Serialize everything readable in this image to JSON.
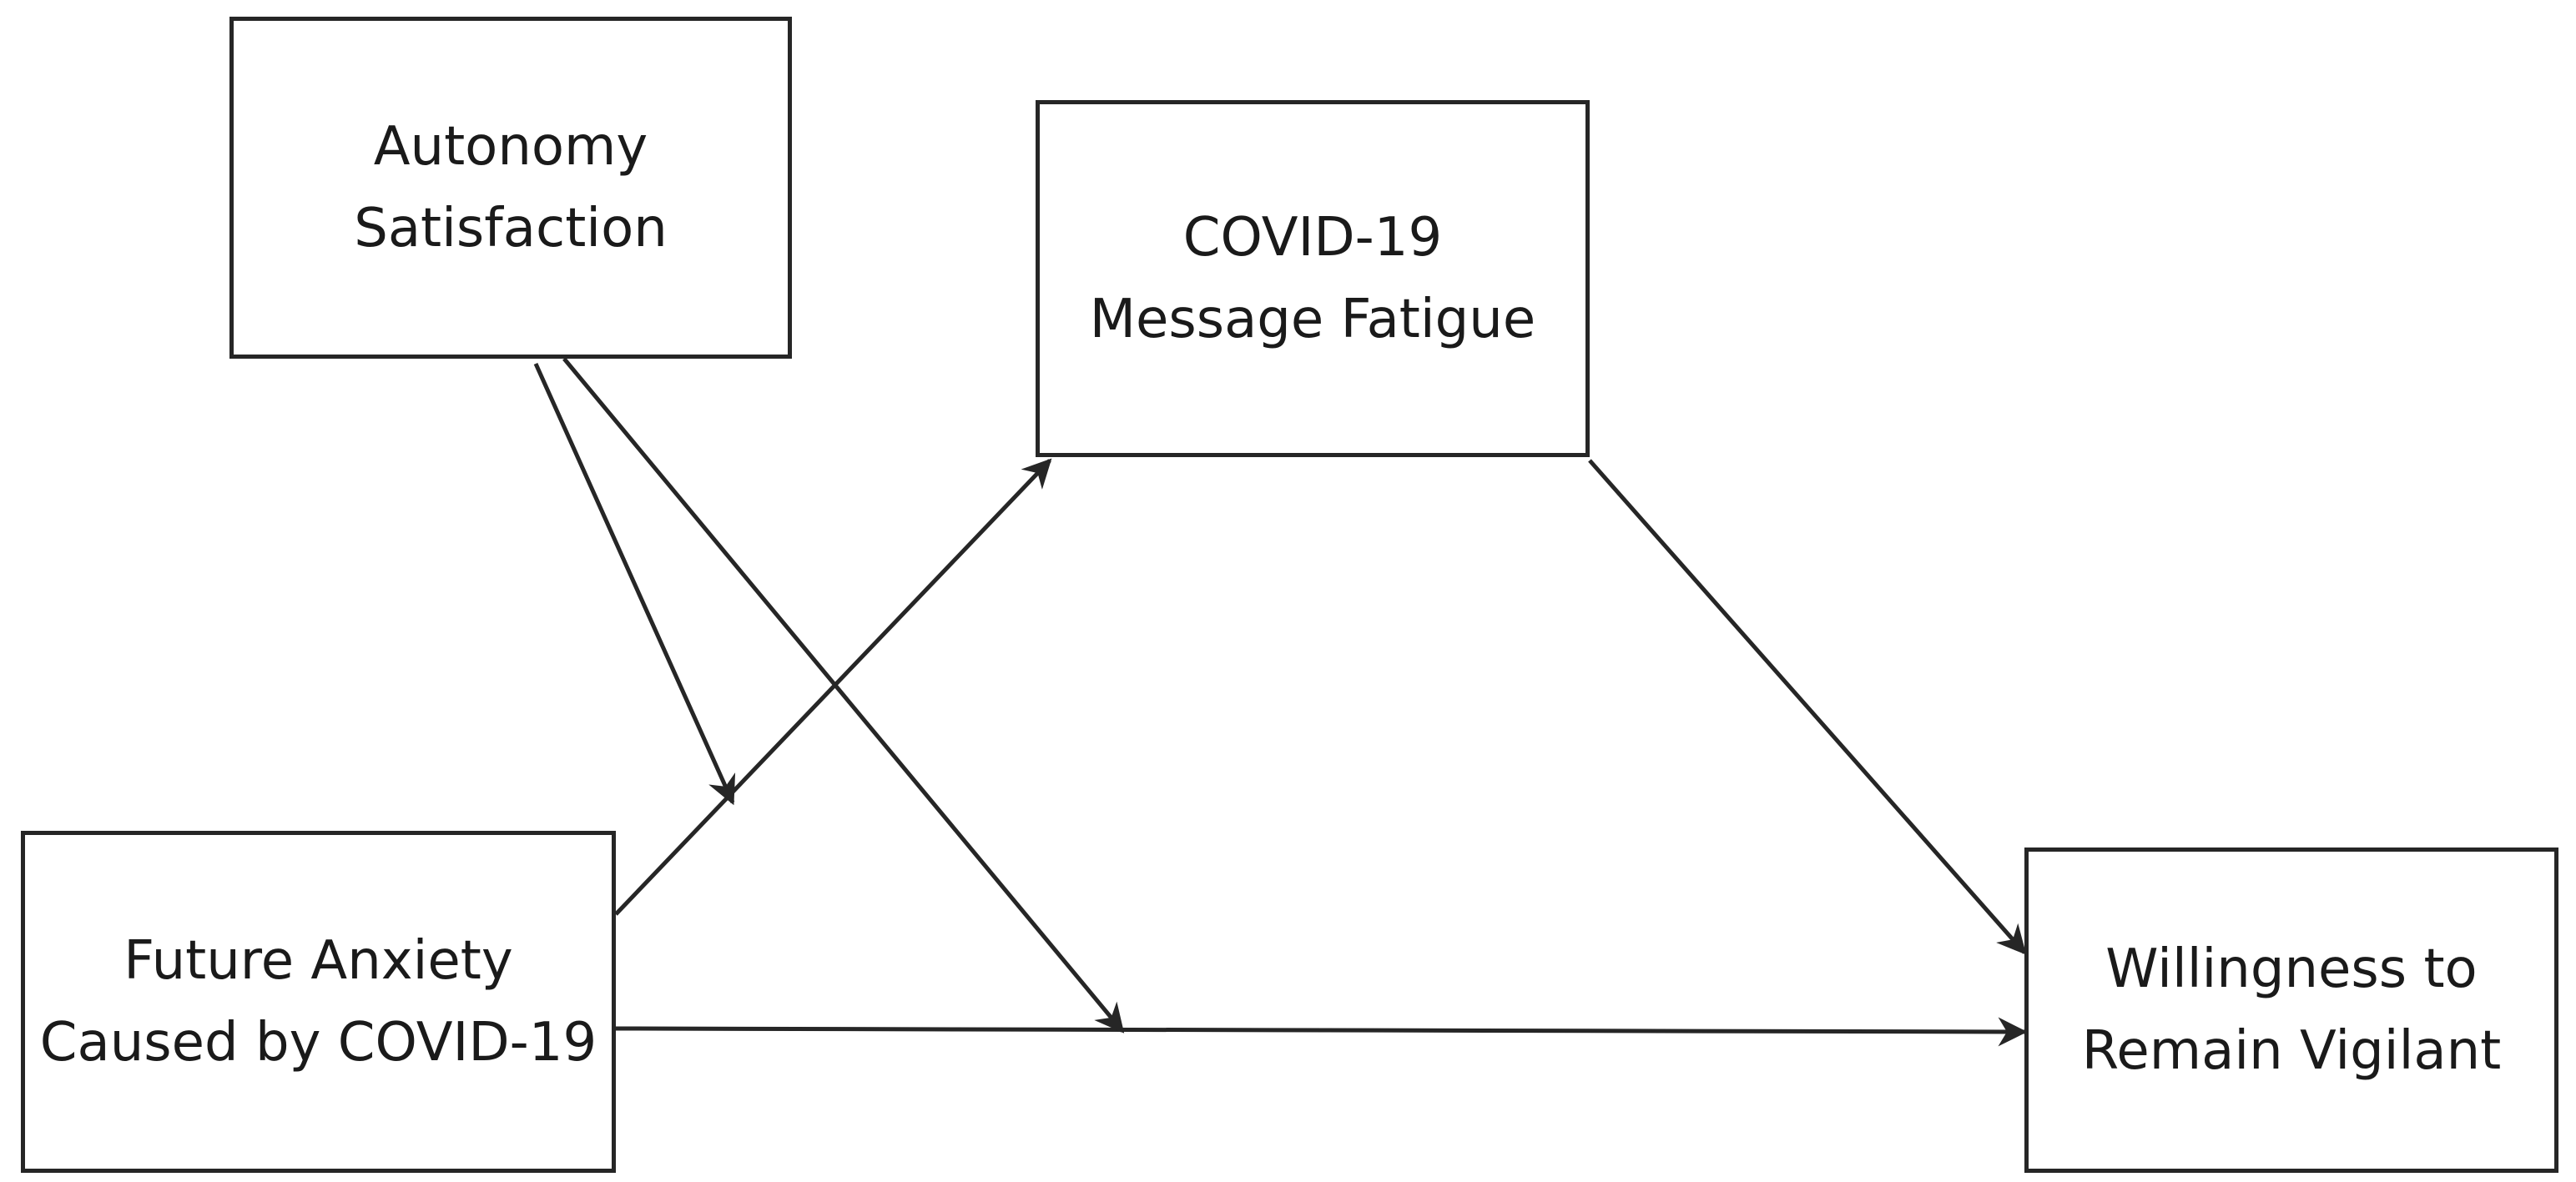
{
  "diagram": {
    "type": "path-model",
    "colors": {
      "stroke": "#262626",
      "text": "#1a1a1a",
      "background": "#ffffff"
    },
    "nodes": {
      "autonomy": {
        "line1": "Autonomy",
        "line2": "Satisfaction"
      },
      "fatigue": {
        "line1": "COVID-19",
        "line2": "Message Fatigue"
      },
      "anxiety": {
        "line1": "Future Anxiety",
        "line2": "Caused by COVID-19"
      },
      "vigilant": {
        "line1": "Willingness to",
        "line2": "Remain Vigilant"
      }
    },
    "edges": [
      {
        "from": "anxiety",
        "to": "fatigue",
        "kind": "path"
      },
      {
        "from": "fatigue",
        "to": "vigilant",
        "kind": "path"
      },
      {
        "from": "anxiety",
        "to": "vigilant",
        "kind": "path"
      },
      {
        "from": "autonomy",
        "to": "anxiety-fatigue path",
        "kind": "moderation"
      },
      {
        "from": "autonomy",
        "to": "anxiety-vigilant path",
        "kind": "moderation"
      }
    ]
  }
}
